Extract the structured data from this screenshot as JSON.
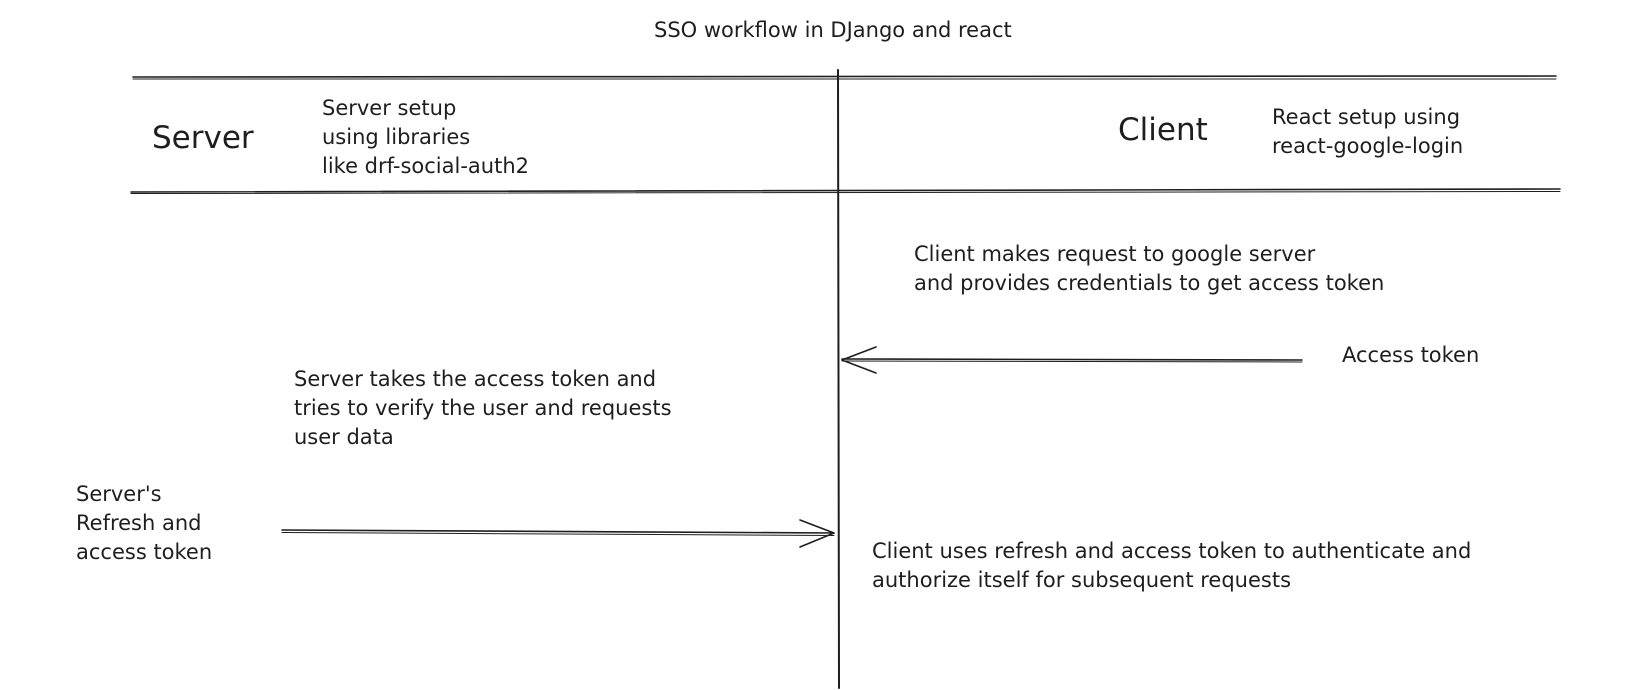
{
  "diagram": {
    "title": "SSO workflow in DJango and react",
    "lanes": {
      "server": {
        "title": "Server",
        "setup": "Server setup\nusing libraries\nlike drf-social-auth2"
      },
      "client": {
        "title": "Client",
        "setup": "React setup using\nreact-google-login"
      }
    },
    "steps": {
      "client_request": "Client makes request to google server\nand provides credentials to get access token",
      "access_token": "Access token",
      "server_verify": "Server takes the access token and\ntries to verify the user and requests\nuser data",
      "server_tokens": "Server's\nRefresh and\naccess token",
      "client_uses": "Client uses refresh and access token to authenticate and\nauthorize itself for subsequent requests"
    },
    "colors": {
      "stroke": "#1e1e1e",
      "background": "#ffffff"
    }
  }
}
